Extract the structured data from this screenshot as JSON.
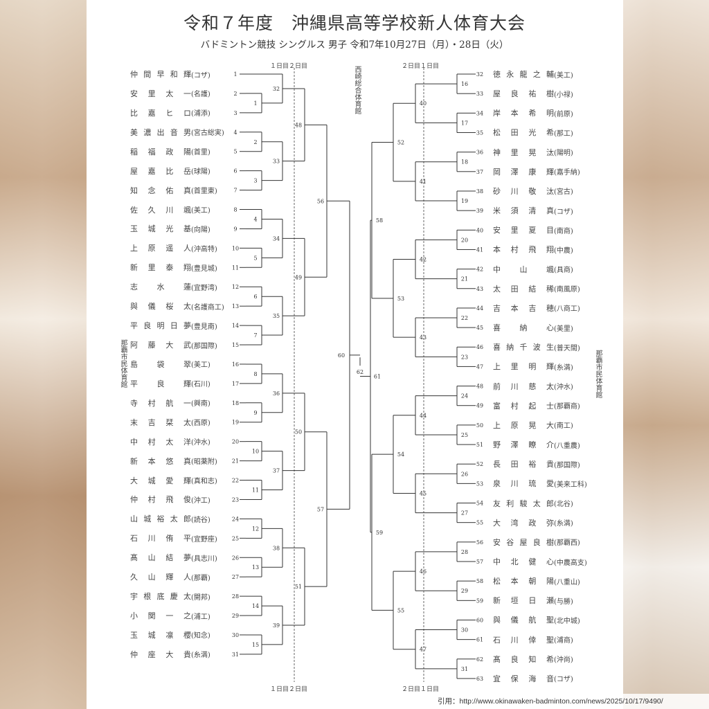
{
  "title": "令和７年度　沖縄県高等学校新人体育大会",
  "subtitle": "バドミントン競技 シングルス 男子 令和7年10月27日（月）・28日（火）",
  "day_left": "１日目２日目",
  "day_right": "２日目１日目",
  "venue_center": "西崎総合体育館",
  "venue_left": "那覇市民体育館",
  "venue_right": "那覇市民体育館",
  "citation": "引用：http://www.okinawaken-badminton.com/news/2025/10/17/9490/",
  "players": [
    {
      "no": "1",
      "name": "仲間早和輝",
      "school": "コザ"
    },
    {
      "no": "2",
      "name": "安里太一",
      "school": "名護"
    },
    {
      "no": "3",
      "name": "比嘉ヒロ",
      "school": "浦添"
    },
    {
      "no": "4",
      "name": "美濃出音男",
      "school": "宮古総実"
    },
    {
      "no": "5",
      "name": "稲福政陽",
      "school": "首里"
    },
    {
      "no": "6",
      "name": "屋嘉比岳",
      "school": "球陽"
    },
    {
      "no": "7",
      "name": "知念佑真",
      "school": "首里東"
    },
    {
      "no": "8",
      "name": "佐久川颯",
      "school": "美工"
    },
    {
      "no": "9",
      "name": "玉城光基",
      "school": "向陽"
    },
    {
      "no": "10",
      "name": "上原遥人",
      "school": "沖高特"
    },
    {
      "no": "11",
      "name": "新里泰翔",
      "school": "豊見城"
    },
    {
      "no": "12",
      "name": "志水蓮",
      "school": "宜野湾"
    },
    {
      "no": "13",
      "name": "與儀桜太",
      "school": "名護商工"
    },
    {
      "no": "14",
      "name": "平良明日夢",
      "school": "豊見南"
    },
    {
      "no": "15",
      "name": "阿藤大武",
      "school": "那国際"
    },
    {
      "no": "16",
      "name": "島袋翠",
      "school": "美工"
    },
    {
      "no": "17",
      "name": "平良輝",
      "school": "石川"
    },
    {
      "no": "18",
      "name": "寺村航一",
      "school": "興南"
    },
    {
      "no": "19",
      "name": "末吉栞太",
      "school": "西原"
    },
    {
      "no": "20",
      "name": "中村太洋",
      "school": "沖水"
    },
    {
      "no": "21",
      "name": "新本悠真",
      "school": "昭薬附"
    },
    {
      "no": "22",
      "name": "大城愛輝",
      "school": "真和志"
    },
    {
      "no": "23",
      "name": "仲村飛俊",
      "school": "沖工"
    },
    {
      "no": "24",
      "name": "山城裕太郎",
      "school": "読谷"
    },
    {
      "no": "25",
      "name": "石川侑平",
      "school": "宜野座"
    },
    {
      "no": "26",
      "name": "髙山結夢",
      "school": "具志川"
    },
    {
      "no": "27",
      "name": "久山輝人",
      "school": "那覇"
    },
    {
      "no": "28",
      "name": "宇根底慶太",
      "school": "開邦"
    },
    {
      "no": "29",
      "name": "小関一之",
      "school": "浦工"
    },
    {
      "no": "30",
      "name": "玉城凛櫻",
      "school": "知念"
    },
    {
      "no": "31",
      "name": "仲座大貴",
      "school": "糸満"
    },
    {
      "no": "32",
      "name": "徳永龍之輔",
      "school": "美工"
    },
    {
      "no": "33",
      "name": "屋良祐樹",
      "school": "小禄"
    },
    {
      "no": "34",
      "name": "岸本希明",
      "school": "前原"
    },
    {
      "no": "35",
      "name": "松田光希",
      "school": "那工"
    },
    {
      "no": "36",
      "name": "神里晃汰",
      "school": "陽明"
    },
    {
      "no": "37",
      "name": "岡澤康輝",
      "school": "嘉手納"
    },
    {
      "no": "38",
      "name": "砂川敬汰",
      "school": "宮古"
    },
    {
      "no": "39",
      "name": "米須清真",
      "school": "コザ"
    },
    {
      "no": "40",
      "name": "安里夏目",
      "school": "南商"
    },
    {
      "no": "41",
      "name": "本村飛翔",
      "school": "中農"
    },
    {
      "no": "42",
      "name": "中山颯",
      "school": "具商"
    },
    {
      "no": "43",
      "name": "太田結稀",
      "school": "南風原"
    },
    {
      "no": "44",
      "name": "吉本吉穂",
      "school": "八商工"
    },
    {
      "no": "45",
      "name": "喜納心",
      "school": "美里"
    },
    {
      "no": "46",
      "name": "喜納千波生",
      "school": "普天間"
    },
    {
      "no": "47",
      "name": "上里明輝",
      "school": "糸満"
    },
    {
      "no": "48",
      "name": "前川慈太",
      "school": "沖水"
    },
    {
      "no": "49",
      "name": "富村起士",
      "school": "那覇商"
    },
    {
      "no": "50",
      "name": "上原晃大",
      "school": "南工"
    },
    {
      "no": "51",
      "name": "野澤瞭介",
      "school": "八重農"
    },
    {
      "no": "52",
      "name": "長田裕貴",
      "school": "那国際"
    },
    {
      "no": "53",
      "name": "泉川琉愛",
      "school": "美来工科"
    },
    {
      "no": "54",
      "name": "友利駿太郎",
      "school": "北谷"
    },
    {
      "no": "55",
      "name": "大湾政弥",
      "school": "糸満"
    },
    {
      "no": "56",
      "name": "安谷屋良樹",
      "school": "那覇西"
    },
    {
      "no": "57",
      "name": "中北健心",
      "school": "中農高支"
    },
    {
      "no": "58",
      "name": "松本朝陽",
      "school": "八重山"
    },
    {
      "no": "59",
      "name": "新垣日瀬",
      "school": "与勝"
    },
    {
      "no": "60",
      "name": "與儀航聖",
      "school": "北中城"
    },
    {
      "no": "61",
      "name": "石川倖聖",
      "school": "浦商"
    },
    {
      "no": "62",
      "name": "髙良知希",
      "school": "沖尚"
    },
    {
      "no": "63",
      "name": "宜保海音",
      "school": "コザ"
    }
  ],
  "final_match": "62",
  "left_tree": [
    "60",
    [
      "56",
      [
        "48",
        [
          "32",
          1,
          [
            "1",
            2,
            3
          ]
        ],
        [
          "33",
          [
            "2",
            4,
            5
          ],
          [
            "3",
            6,
            7
          ]
        ]
      ],
      [
        "49",
        [
          "34",
          [
            "4",
            8,
            9
          ],
          [
            "5",
            10,
            11
          ]
        ],
        [
          "35",
          [
            "6",
            12,
            13
          ],
          [
            "7",
            14,
            15
          ]
        ]
      ]
    ],
    [
      "57",
      [
        "50",
        [
          "36",
          [
            "8",
            16,
            17
          ],
          [
            "9",
            18,
            19
          ]
        ],
        [
          "37",
          [
            "10",
            20,
            21
          ],
          [
            "11",
            22,
            23
          ]
        ]
      ],
      [
        "51",
        [
          "38",
          [
            "12",
            24,
            25
          ],
          [
            "13",
            26,
            27
          ]
        ],
        [
          "39",
          [
            "14",
            28,
            29
          ],
          [
            "15",
            30,
            31
          ]
        ]
      ]
    ]
  ],
  "right_tree": [
    "61",
    [
      "58",
      [
        "52",
        [
          "40",
          [
            "16",
            32,
            33
          ],
          [
            "17",
            34,
            35
          ]
        ],
        [
          "41",
          [
            "18",
            36,
            37
          ],
          [
            "19",
            38,
            39
          ]
        ]
      ],
      [
        "53",
        [
          "42",
          [
            "20",
            40,
            41
          ],
          [
            "21",
            42,
            43
          ]
        ],
        [
          "43",
          [
            "22",
            44,
            45
          ],
          [
            "23",
            46,
            47
          ]
        ]
      ]
    ],
    [
      "59",
      [
        "54",
        [
          "44",
          [
            "24",
            48,
            49
          ],
          [
            "25",
            50,
            51
          ]
        ],
        [
          "45",
          [
            "26",
            52,
            53
          ],
          [
            "27",
            54,
            55
          ]
        ]
      ],
      [
        "55",
        [
          "46",
          [
            "28",
            56,
            57
          ],
          [
            "29",
            58,
            59
          ]
        ],
        [
          "47",
          [
            "30",
            60,
            61
          ],
          [
            "31",
            62,
            63
          ]
        ]
      ]
    ]
  ]
}
